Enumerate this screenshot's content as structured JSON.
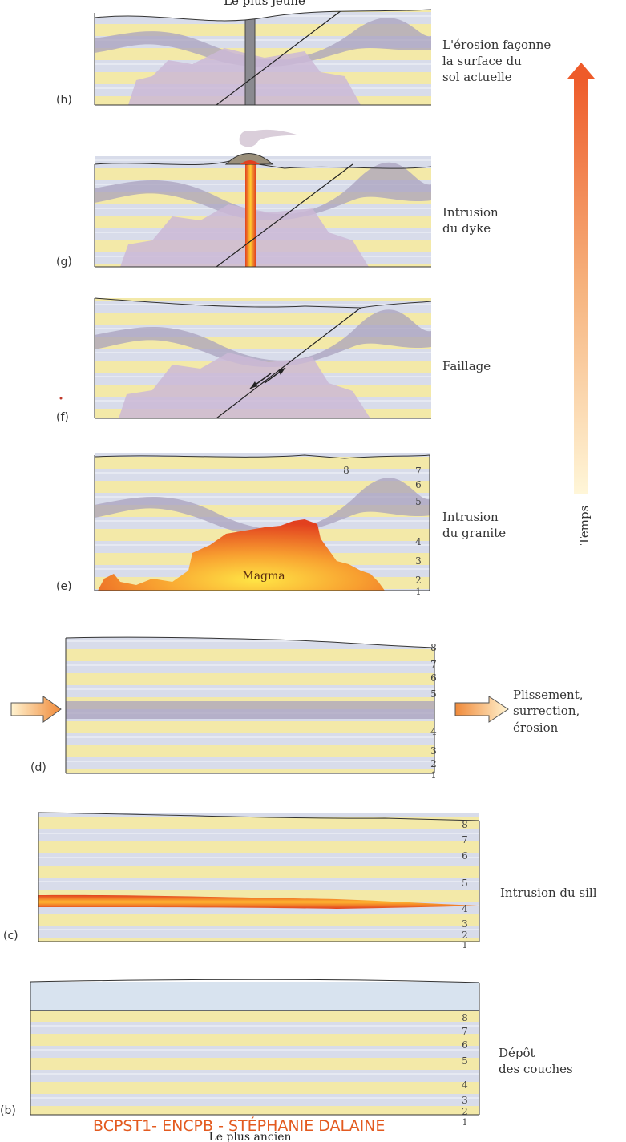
{
  "top_label": "Le plus jeune",
  "bottom_label": "Le plus ancien",
  "footer": "BCPST1- ENCPB - STÉPHANIE DALAINE",
  "time_axis_label": "Temps",
  "colors": {
    "sediment_yellow": "#f3e9a8",
    "sediment_blue": "#d2d6e6",
    "dark_band": "#a9a2be",
    "granite": "#cbb8d6",
    "magma_red": "#e2401f",
    "magma_yellow": "#ffd23a",
    "footer_orange": "#e35a1f"
  },
  "panels": [
    {
      "id": "h",
      "letter": "(h)",
      "caption": [
        "L'érosion façonne",
        "la surface du",
        "sol actuelle"
      ],
      "layer_numbers": []
    },
    {
      "id": "g",
      "letter": "(g)",
      "caption": [
        "Intrusion",
        "du dyke"
      ],
      "layer_numbers": []
    },
    {
      "id": "f",
      "letter": "(f)",
      "caption": [
        "Faillage"
      ],
      "layer_numbers": []
    },
    {
      "id": "e",
      "letter": "(e)",
      "caption": [
        "Intrusion",
        "du granite"
      ],
      "inner_label": "Magma",
      "inner_number": "8",
      "layer_numbers": [
        "7",
        "6",
        "5",
        "4",
        "3",
        "2",
        "1"
      ]
    },
    {
      "id": "d",
      "letter": "(d)",
      "caption": [
        "Plissement,",
        "surrection,",
        "érosion"
      ],
      "layer_numbers": [
        "8",
        "7",
        "6",
        "5",
        "4",
        "3",
        "2",
        "1"
      ]
    },
    {
      "id": "c",
      "letter": "(c)",
      "caption": [
        "Intrusion du sill"
      ],
      "layer_numbers": [
        "8",
        "7",
        "6",
        "5",
        "4",
        "3",
        "2",
        "1"
      ]
    },
    {
      "id": "b",
      "letter": "(b)",
      "caption": [
        "Dépôt",
        "des couches"
      ],
      "layer_numbers": [
        "8",
        "7",
        "6",
        "5",
        "4",
        "3",
        "2",
        "1"
      ]
    }
  ]
}
